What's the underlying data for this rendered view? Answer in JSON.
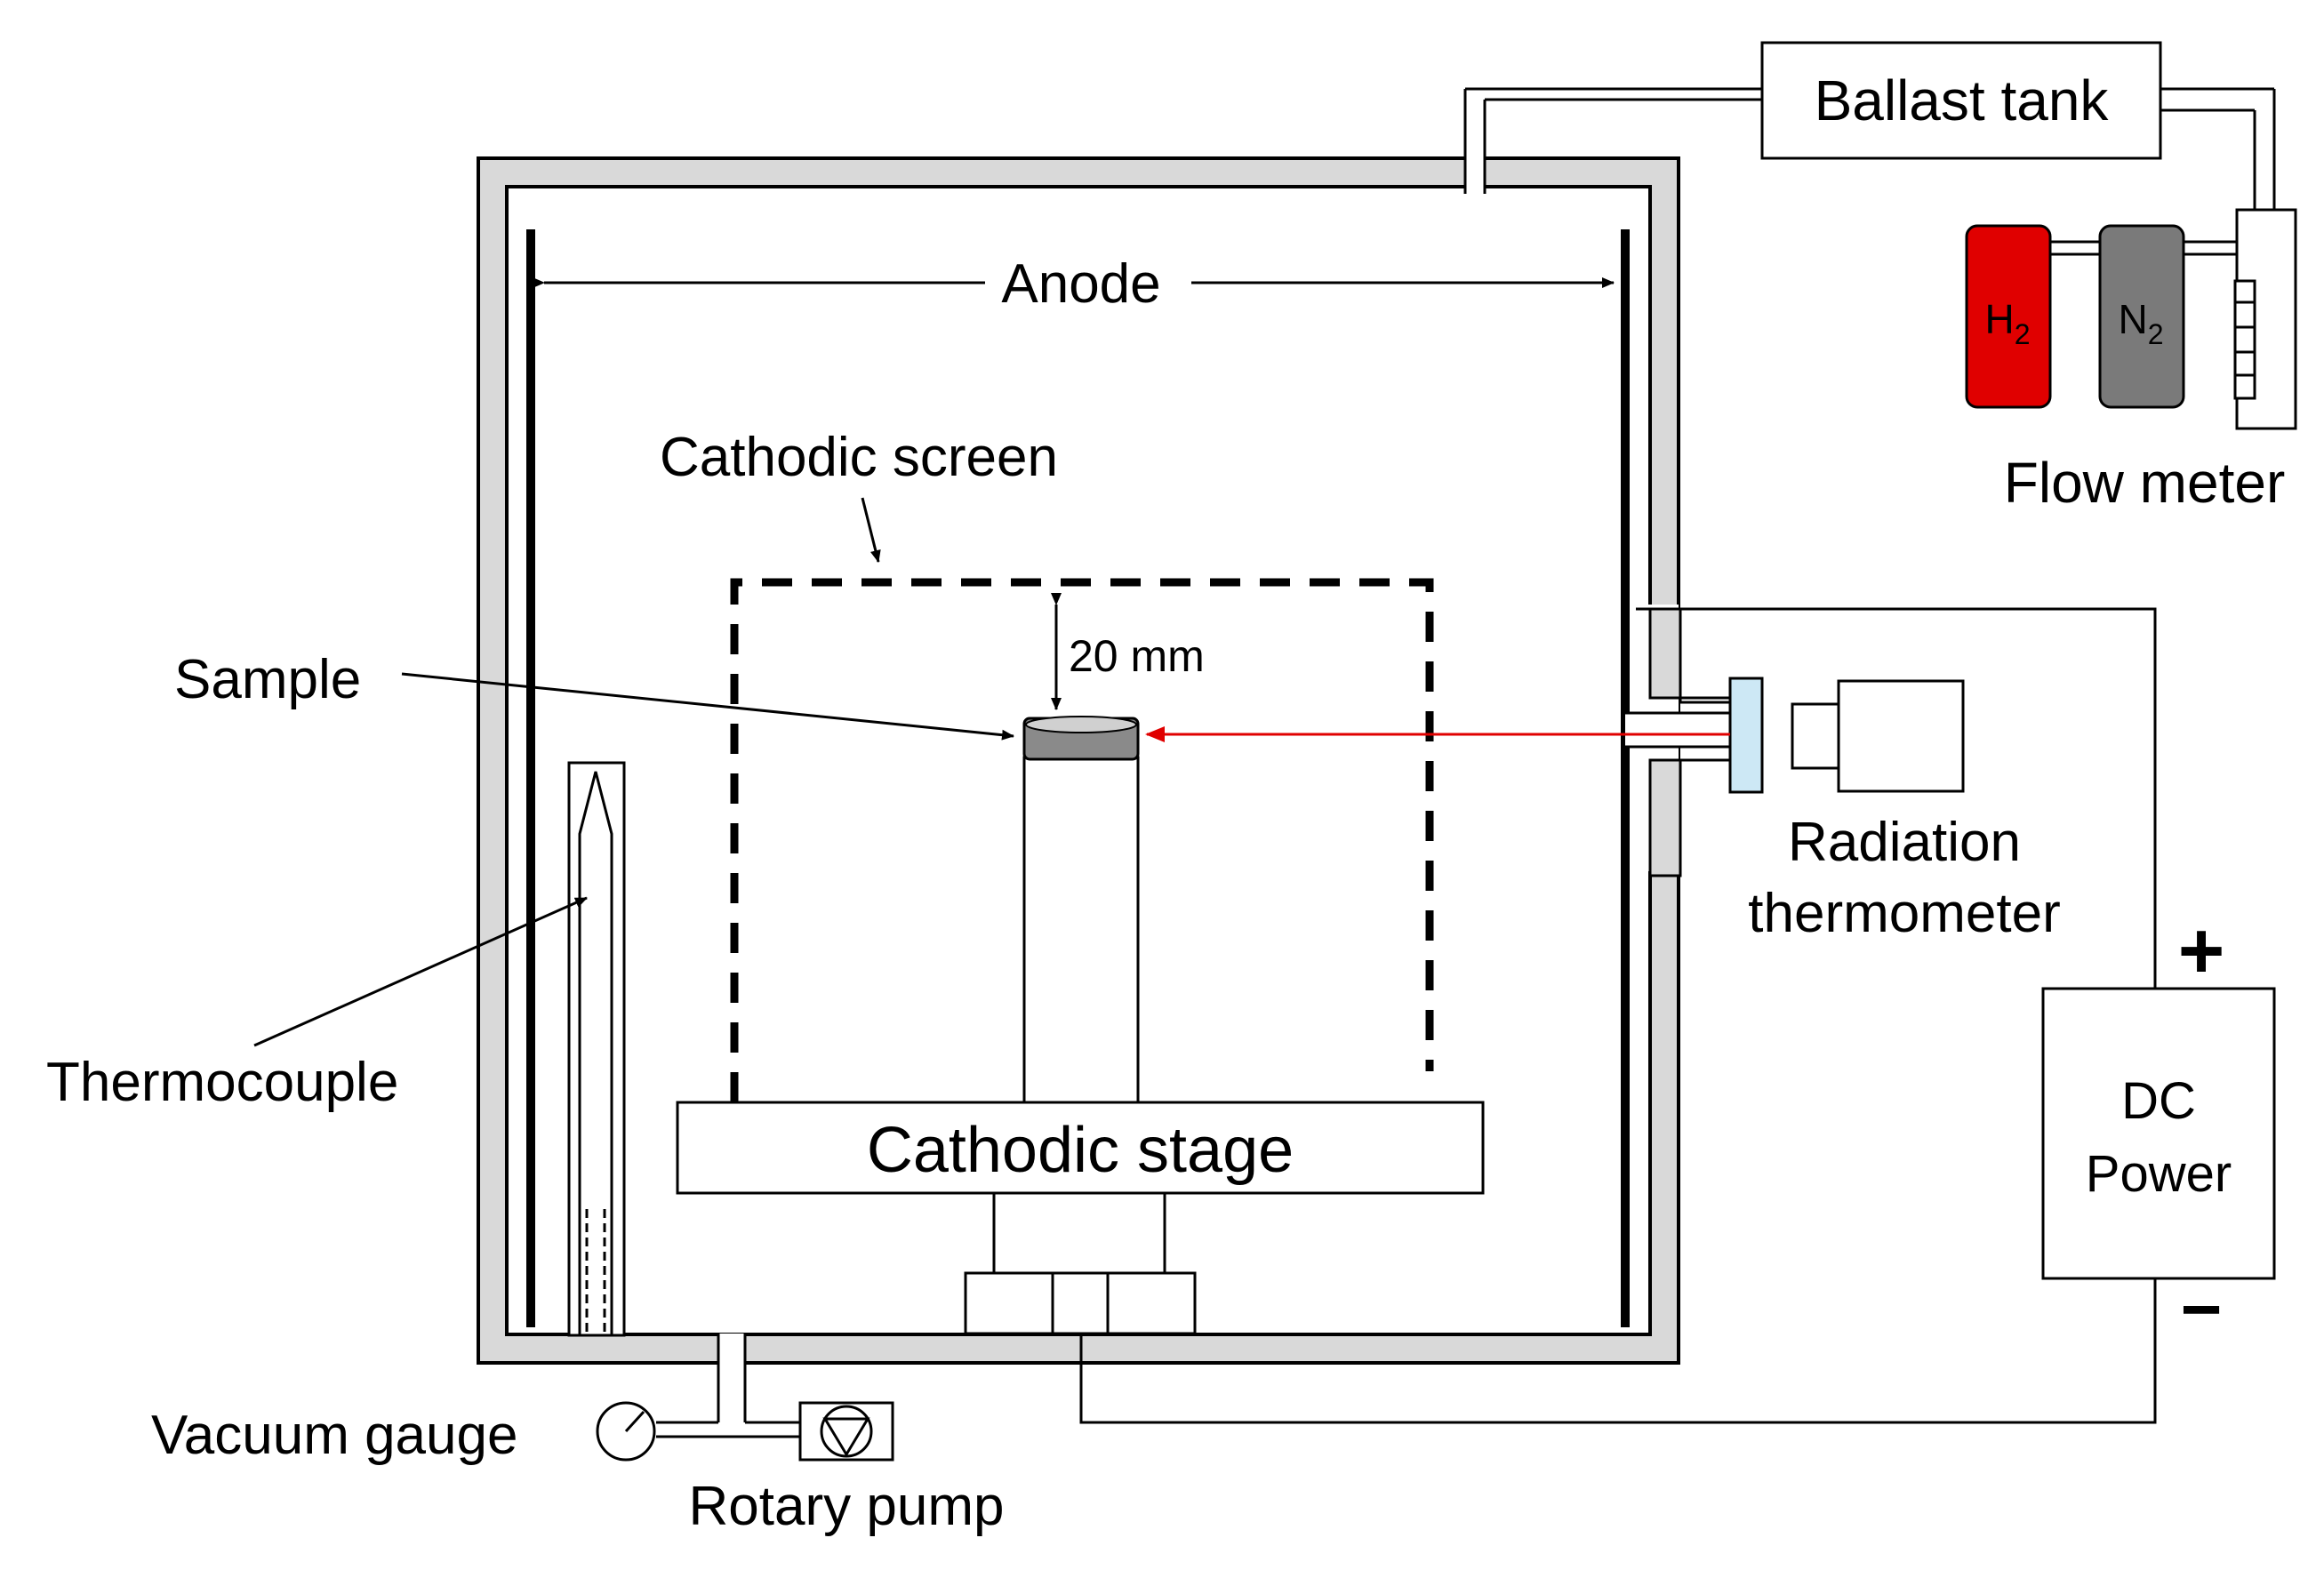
{
  "labels": {
    "anode": "Anode",
    "cathodic_screen": "Cathodic screen",
    "sample": "Sample",
    "gap": "20 mm",
    "thermocouple": "Thermocouple",
    "cathodic_stage": "Cathodic stage",
    "vacuum_gauge": "Vacuum gauge",
    "rotary_pump": "Rotary pump",
    "ballast_tank": "Ballast tank",
    "flow_meter": "Flow meter",
    "radiation_thermometer_line1": "Radiation",
    "radiation_thermometer_line2": "thermometer",
    "dc_power_line1": "DC",
    "dc_power_line2": "Power",
    "plus": "+",
    "minus": "−"
  },
  "gases": {
    "h2": {
      "symbol": "H",
      "subscript": "2",
      "color": "#e00000"
    },
    "n2": {
      "symbol": "N",
      "subscript": "2",
      "color": "#7a7a7a"
    }
  },
  "colors": {
    "glow": "#ff2bff",
    "laser": "#e00000",
    "chamber_wall": "#d9d9d9",
    "window": "#cde8f5"
  }
}
